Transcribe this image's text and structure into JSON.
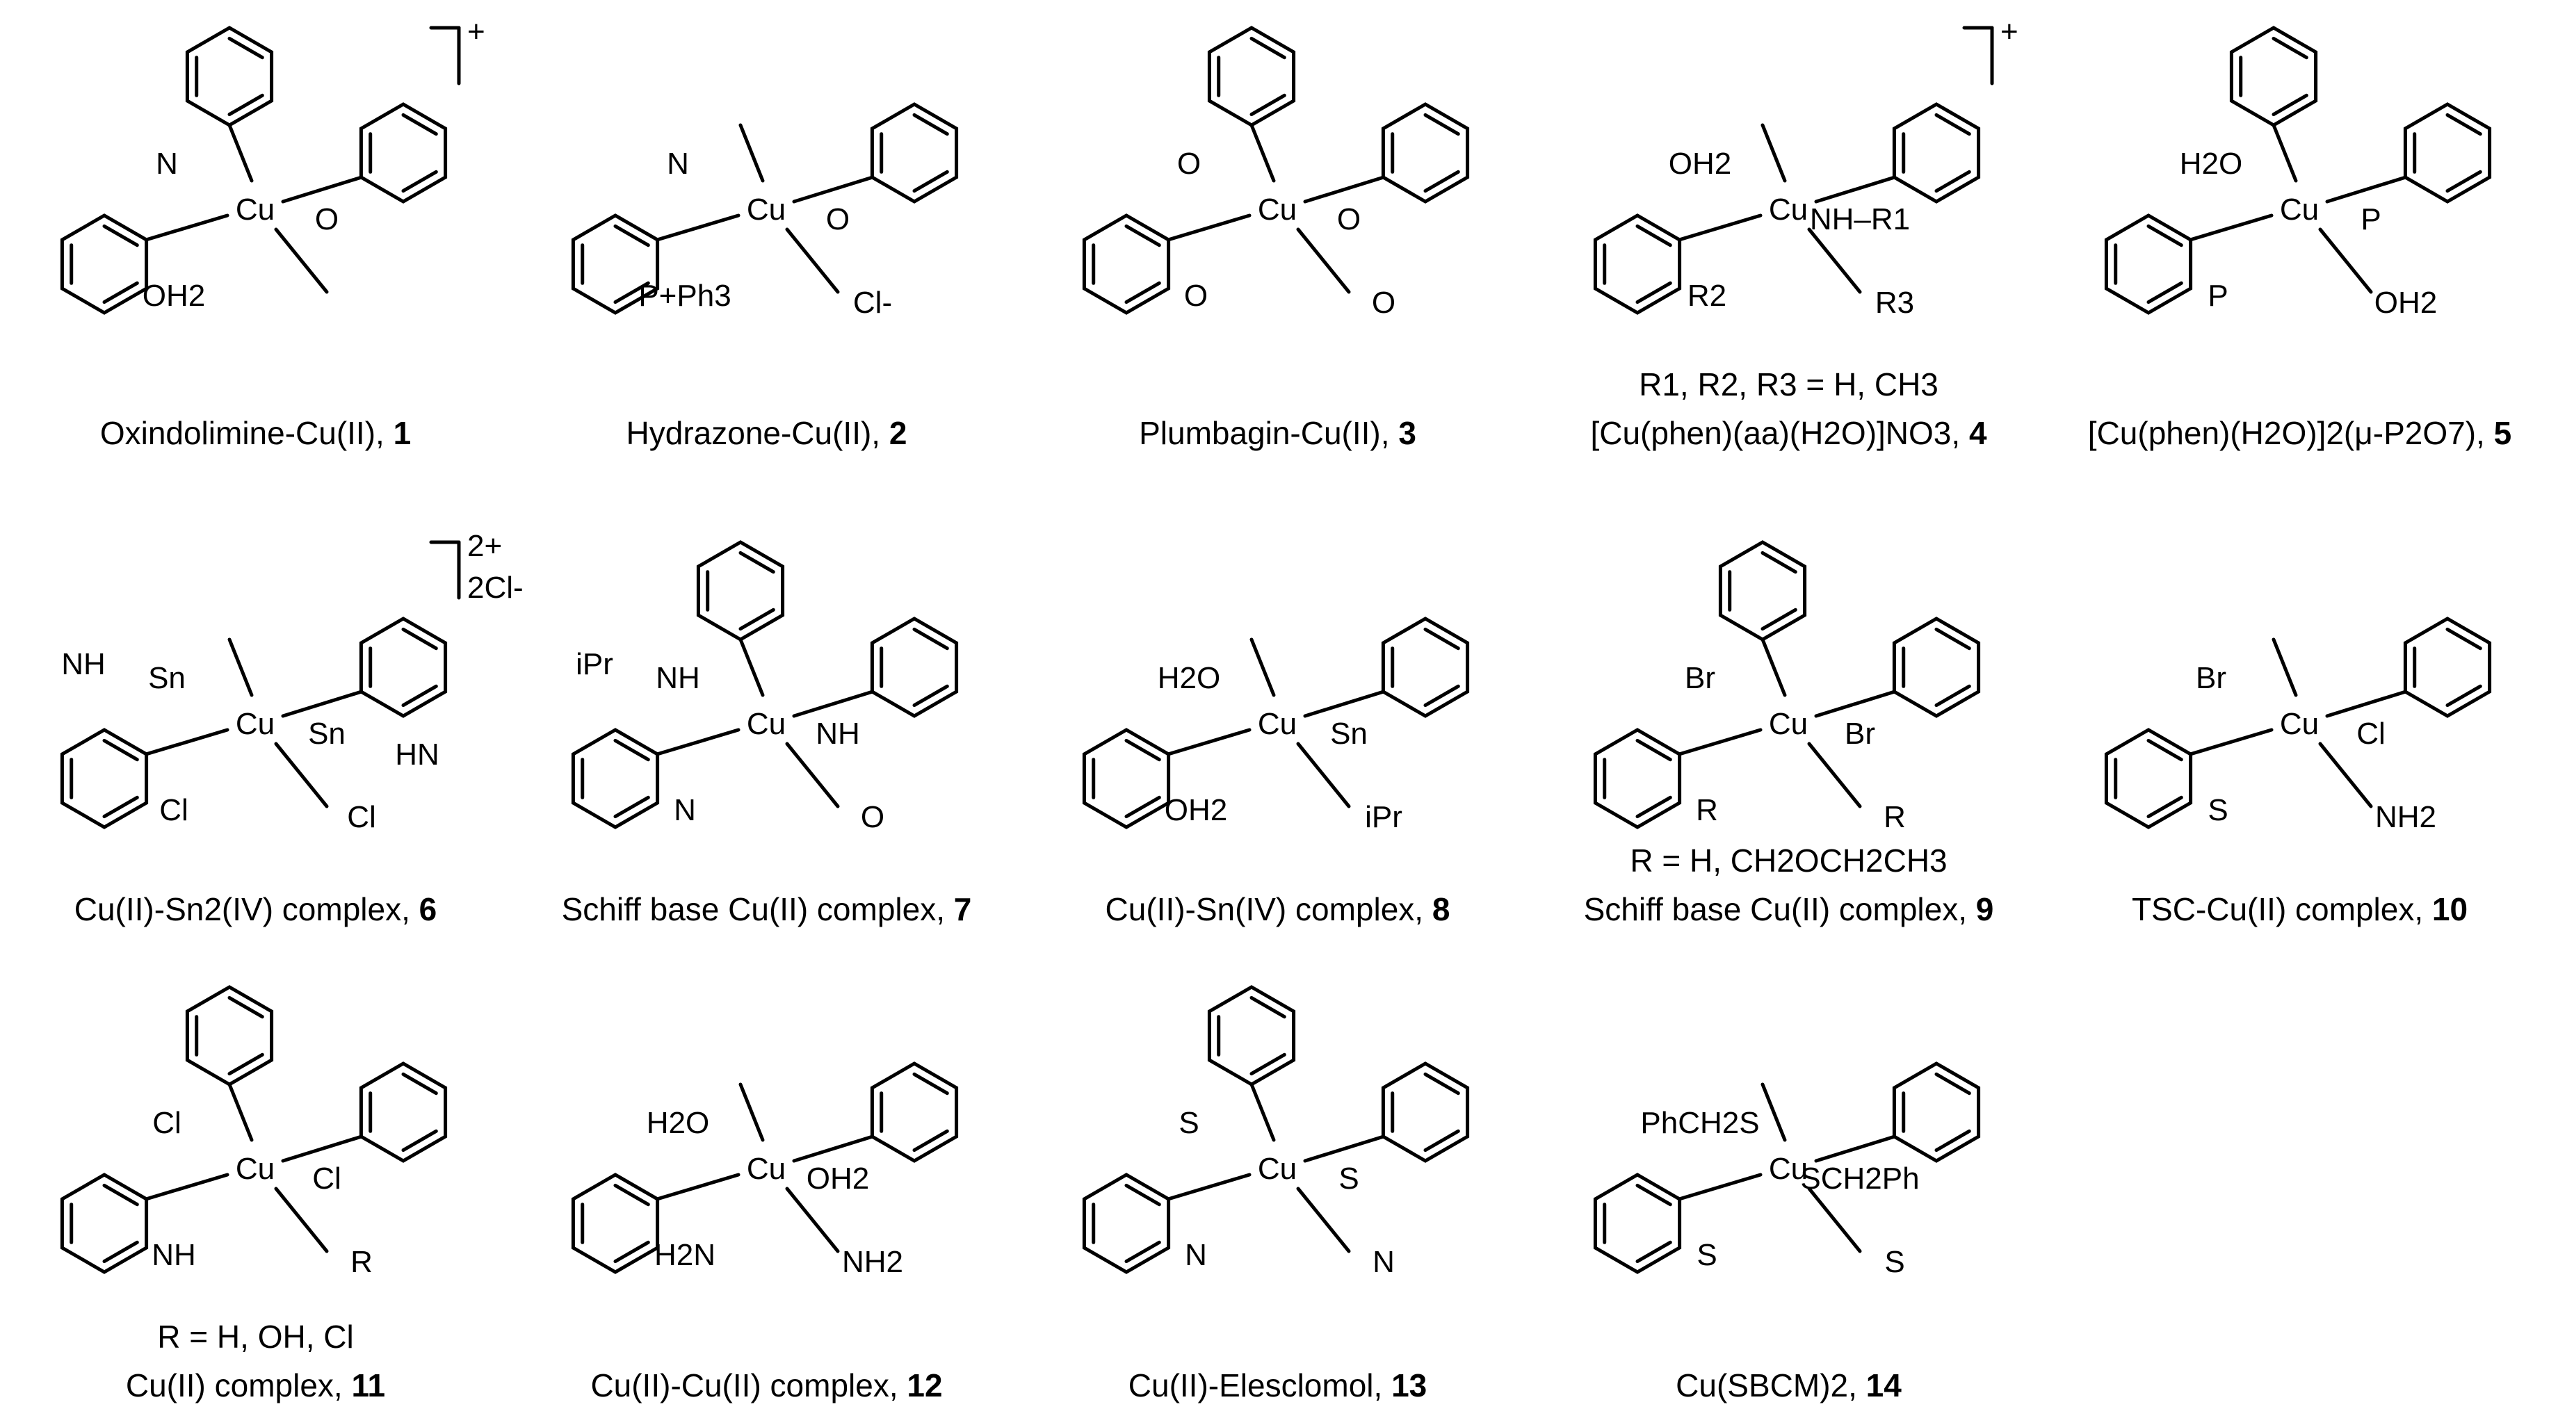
{
  "colors": {
    "ink": "#000000",
    "background": "#ffffff"
  },
  "compounds": [
    {
      "id": "c1",
      "label": "Oxindolimine-Cu(II), ",
      "num": "1",
      "sub": "",
      "charge": "+",
      "metal": "Cu",
      "extra": [
        "N",
        "O",
        "OH2"
      ]
    },
    {
      "id": "c2",
      "label": "Hydrazone-Cu(II), ",
      "num": "2",
      "sub": "",
      "charge": "",
      "metal": "Cu",
      "extra": [
        "N",
        "O",
        "P+Ph3",
        "Cl-"
      ]
    },
    {
      "id": "c3",
      "label": "Plumbagin-Cu(II), ",
      "num": "3",
      "sub": "",
      "charge": "",
      "metal": "Cu",
      "extra": [
        "O",
        "O",
        "O",
        "O"
      ]
    },
    {
      "id": "c4",
      "label": "[Cu(phen)(aa)(H2O)]NO3, ",
      "num": "4",
      "sub": "R1, R2, R3 = H, CH3",
      "charge": "+",
      "metal": "Cu",
      "extra": [
        "OH2",
        "NH–R1",
        "R2",
        "R3"
      ]
    },
    {
      "id": "c5",
      "label": "[Cu(phen)(H2O)]2(μ-P2O7), ",
      "num": "5",
      "sub": "",
      "charge": "",
      "metal": "Cu",
      "extra": [
        "H2O",
        "P",
        "P",
        "OH2"
      ]
    },
    {
      "id": "c6",
      "label": "Cu(II)-Sn2(IV) complex, ",
      "num": "6",
      "sub": "",
      "charge": "2+ 2Cl-",
      "metal": "Cu",
      "extra": [
        "Sn",
        "Sn",
        "Cl",
        "Cl",
        "NH",
        "HN"
      ]
    },
    {
      "id": "c7",
      "label": "Schiff base Cu(II) complex, ",
      "num": "7",
      "sub": "",
      "charge": "",
      "metal": "Cu",
      "extra": [
        "NH",
        "NH",
        "N",
        "O",
        "iPr"
      ]
    },
    {
      "id": "c8",
      "label": "Cu(II)-Sn(IV) complex, ",
      "num": "8",
      "sub": "",
      "charge": "",
      "metal": "Cu",
      "extra": [
        "H2O",
        "Sn",
        "OH2",
        "iPr"
      ]
    },
    {
      "id": "c9",
      "label": "Schiff base Cu(II) complex, ",
      "num": "9",
      "sub": "R = H, CH2OCH2CH3",
      "charge": "",
      "metal": "Cu",
      "extra": [
        "Br",
        "Br",
        "R",
        "R"
      ]
    },
    {
      "id": "c10",
      "label": "TSC-Cu(II) complex, ",
      "num": "10",
      "sub": "",
      "charge": "",
      "metal": "Cu",
      "extra": [
        "Br",
        "Cl",
        "S",
        "NH2"
      ]
    },
    {
      "id": "c11",
      "label": "Cu(II) complex, ",
      "num": "11",
      "sub": "R = H, OH, Cl",
      "charge": "",
      "metal": "Cu",
      "extra": [
        "Cl",
        "Cl",
        "NH",
        "R"
      ]
    },
    {
      "id": "c12",
      "label": "Cu(II)-Cu(II) complex, ",
      "num": "12",
      "sub": "",
      "charge": "",
      "metal": "Cu",
      "extra": [
        "H2O",
        "OH2",
        "H2N",
        "NH2"
      ]
    },
    {
      "id": "c13",
      "label": "Cu(II)-Elesclomol, ",
      "num": "13",
      "sub": "",
      "charge": "",
      "metal": "Cu",
      "extra": [
        "S",
        "S",
        "N",
        "N"
      ]
    },
    {
      "id": "c14",
      "label": "Cu(SBCM)2, ",
      "num": "14",
      "sub": "",
      "charge": "",
      "metal": "Cu",
      "extra": [
        "PhCH2S",
        "SCH2Ph",
        "S",
        "S"
      ]
    }
  ]
}
